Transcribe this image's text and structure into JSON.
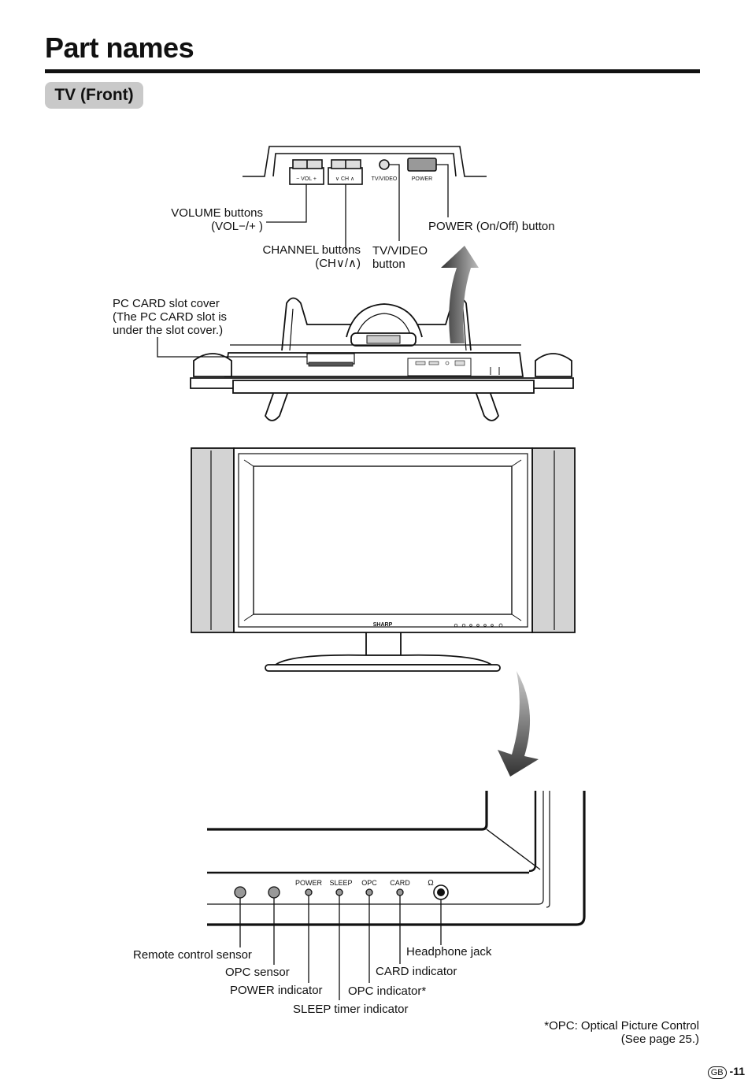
{
  "page": {
    "title": "Part names",
    "section": "TV (Front)"
  },
  "top_panel": {
    "vol_key": "− VOL +",
    "ch_key": "∨ CH ∧",
    "tvvideo_key": "TV/VIDEO",
    "power_key": "POWER"
  },
  "labels": {
    "volume_line1": "VOLUME buttons",
    "volume_line2": "(VOL−/+ )",
    "channel_line1": "CHANNEL buttons",
    "channel_line2": "(CH∨/∧)",
    "tvvideo_line1": "TV/VIDEO",
    "tvvideo_line2": "button",
    "power_button": "POWER (On/Off) button",
    "pccard_line1": "PC CARD slot cover",
    "pccard_line2": "(The PC CARD slot is",
    "pccard_line3": "under the slot cover.)"
  },
  "tv_front": {
    "brand": "SHARP"
  },
  "indicator_panel": {
    "power": "POWER",
    "sleep": "SLEEP",
    "opc": "OPC",
    "card": "CARD",
    "headphone_symbol": "Ω"
  },
  "bottom_labels": {
    "remote_sensor": "Remote control sensor",
    "opc_sensor": "OPC sensor",
    "power_indicator": "POWER indicator",
    "sleep_indicator": "SLEEP timer indicator",
    "headphone_jack": "Headphone jack",
    "card_indicator": "CARD indicator",
    "opc_indicator": "OPC indicator*"
  },
  "footnote": {
    "line1": "*OPC: Optical Picture Control",
    "line2": "(See page 25.)"
  },
  "page_number": {
    "badge": "GB",
    "number": "-11"
  }
}
